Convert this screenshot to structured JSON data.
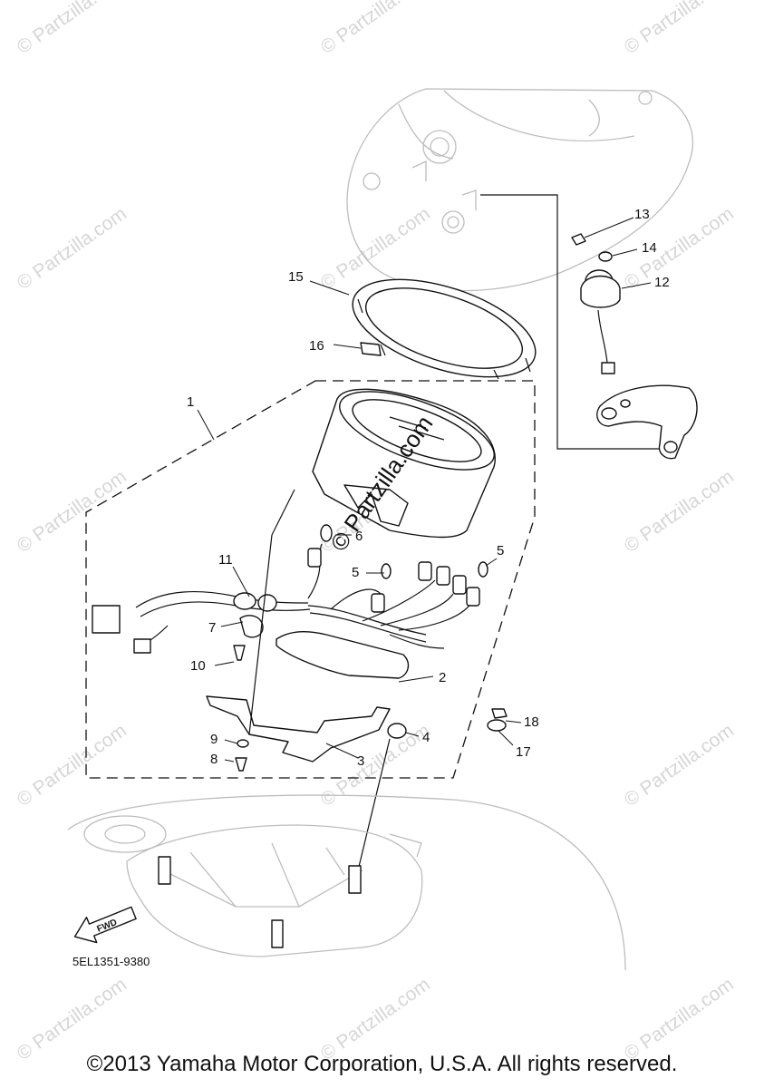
{
  "diagram": {
    "callouts": [
      {
        "id": "1",
        "label": "1"
      },
      {
        "id": "2",
        "label": "2"
      },
      {
        "id": "3",
        "label": "3"
      },
      {
        "id": "4",
        "label": "4"
      },
      {
        "id": "5a",
        "label": "5"
      },
      {
        "id": "5b",
        "label": "5"
      },
      {
        "id": "6",
        "label": "6"
      },
      {
        "id": "7",
        "label": "7"
      },
      {
        "id": "8",
        "label": "8"
      },
      {
        "id": "9",
        "label": "9"
      },
      {
        "id": "10",
        "label": "10"
      },
      {
        "id": "11",
        "label": "11"
      },
      {
        "id": "12",
        "label": "12"
      },
      {
        "id": "13",
        "label": "13"
      },
      {
        "id": "14",
        "label": "14"
      },
      {
        "id": "15",
        "label": "15"
      },
      {
        "id": "16",
        "label": "16"
      },
      {
        "id": "17",
        "label": "17"
      },
      {
        "id": "18",
        "label": "18"
      }
    ],
    "fwd_label": "FWD",
    "diagram_code": "5EL1351-9380",
    "watermark": "© Partzilla.com",
    "center_watermark": "© Partzilla.com"
  },
  "footer": {
    "copyright": "©2013 Yamaha Motor Corporation, U.S.A. All rights reserved."
  }
}
